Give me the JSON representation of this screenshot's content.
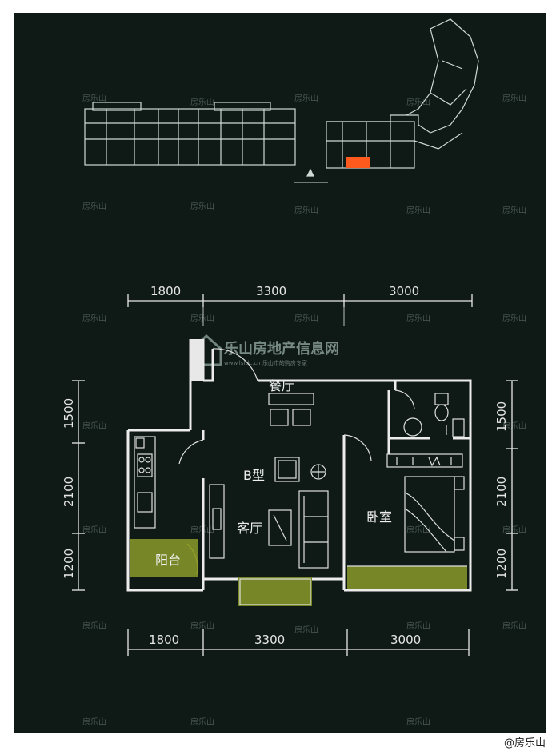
{
  "dimensions": {
    "top": [
      "1800",
      "3300",
      "3000"
    ],
    "bottom": [
      "1800",
      "3300",
      "3000"
    ],
    "left": [
      "1500",
      "2100",
      "1200"
    ],
    "right": [
      "1500",
      "2100",
      "1200"
    ]
  },
  "rooms": {
    "dining": "餐厅",
    "living": "客厅",
    "bedroom": "卧室",
    "balcony": "阳台",
    "unit_type": "B型"
  },
  "logo": {
    "name": "乐山房地产信息网",
    "url_line": "www.lsfdc.cn 乐山市的购房专家"
  },
  "watermark": "房乐山",
  "caption": "@房乐山",
  "colors": {
    "background": "#0f1a16",
    "lines": "#e8e8e8",
    "balcony_fill": "#8a9a2a",
    "highlight_unit": "#ff5a1e"
  }
}
